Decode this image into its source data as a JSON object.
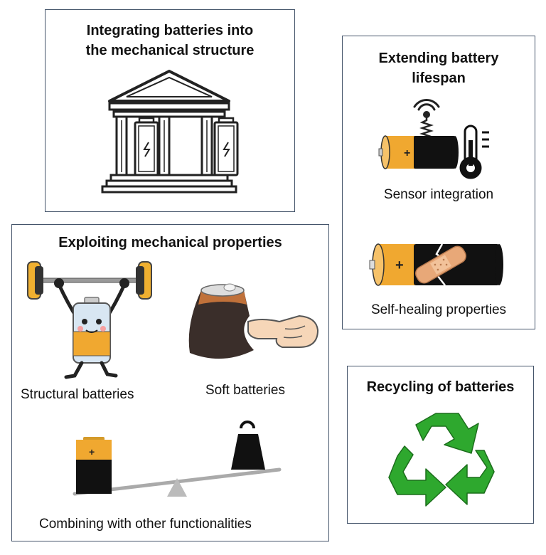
{
  "panels": {
    "integrating": {
      "title_line1": "Integrating batteries into",
      "title_line2": "the mechanical structure",
      "icon": "temple-with-batteries-icon"
    },
    "lifespan": {
      "title_line1": "Extending battery",
      "title_line2": "lifespan",
      "sensor_caption": "Sensor integration",
      "healing_caption": "Self-healing properties"
    },
    "mechanical": {
      "title": "Exploiting mechanical properties",
      "structural_caption": "Structural batteries",
      "soft_caption": "Soft batteries",
      "combining_caption": "Combining with other functionalities"
    },
    "recycling": {
      "title": "Recycling of batteries",
      "icon": "recycle-icon"
    }
  },
  "colors": {
    "border": "#44546a",
    "battery_gold": "#f0a830",
    "battery_black": "#111111",
    "recycle_green": "#2ea82e",
    "bandage": "#e8a878"
  }
}
